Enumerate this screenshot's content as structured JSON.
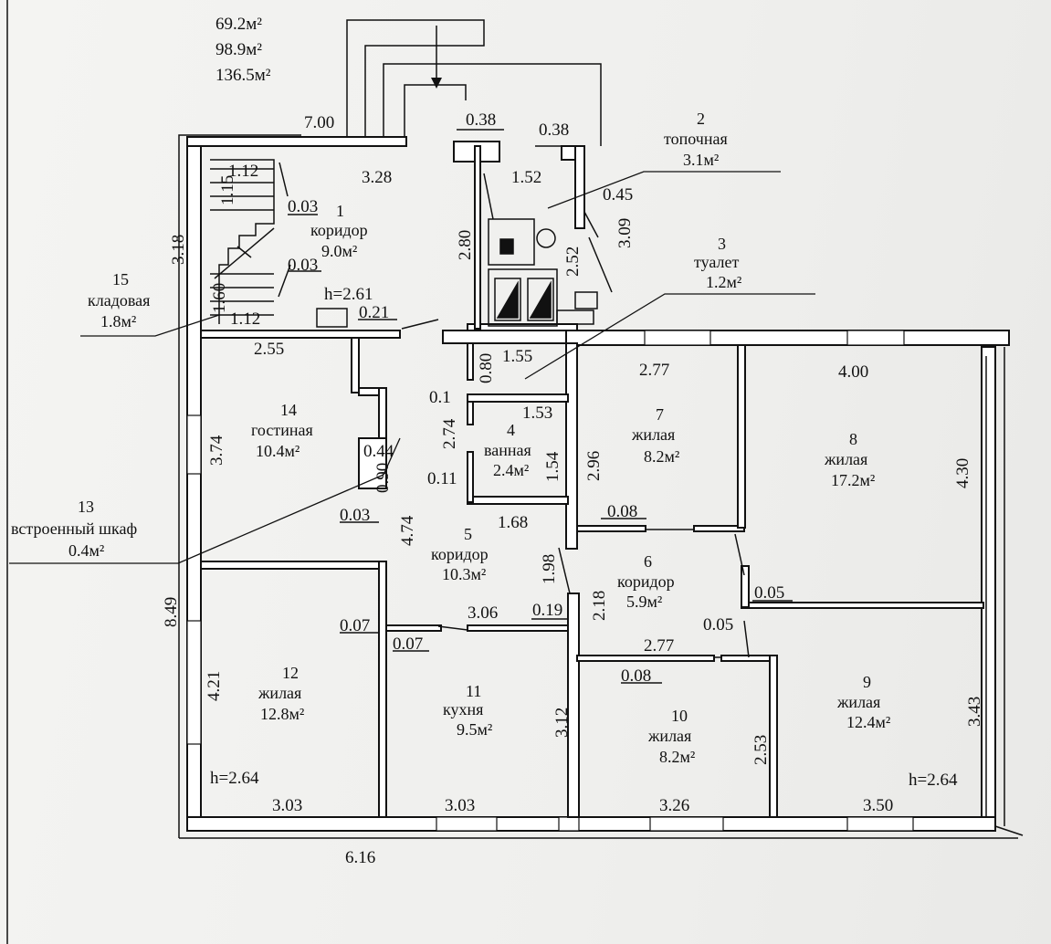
{
  "totals": [
    "69.2м²",
    "98.9м²",
    "136.5м²"
  ],
  "ceiling_heights": {
    "top": "h=2.61",
    "bottom_left": "h=2.64",
    "bottom_right": "h=2.64"
  },
  "rooms": [
    {
      "number": "1",
      "name": "коридор",
      "area": "9.0м²"
    },
    {
      "number": "2",
      "name": "топочная",
      "area": "3.1м²"
    },
    {
      "number": "3",
      "name": "туалет",
      "area": "1.2м²"
    },
    {
      "number": "4",
      "name": "ванная",
      "area": "2.4м²"
    },
    {
      "number": "5",
      "name": "коридор",
      "area": "10.3м²"
    },
    {
      "number": "6",
      "name": "коридор",
      "area": "5.9м²"
    },
    {
      "number": "7",
      "name": "жилая",
      "area": "8.2м²"
    },
    {
      "number": "8",
      "name": "жилая",
      "area": "17.2м²"
    },
    {
      "number": "9",
      "name": "жилая",
      "area": "12.4м²"
    },
    {
      "number": "10",
      "name": "жилая",
      "area": "8.2м²"
    },
    {
      "number": "11",
      "name": "кухня",
      "area": "9.5м²"
    },
    {
      "number": "12",
      "name": "жилая",
      "area": "12.8м²"
    },
    {
      "number": "13",
      "name": "встроенный шкаф",
      "area": "0.4м²"
    },
    {
      "number": "14",
      "name": "гостиная",
      "area": "10.4м²"
    },
    {
      "number": "15",
      "name": "кладовая",
      "area": "1.8м²"
    }
  ],
  "dimensions": {
    "d700": "7.00",
    "d038a": "0.38",
    "d038b": "0.38",
    "d328": "3.28",
    "d112a": "1.12",
    "d115": "1.15",
    "d003a": "0.03",
    "d318": "3.18",
    "d003b": "0.03",
    "d160": "1.60",
    "d112b": "1.12",
    "d021": "0.21",
    "d152": "1.52",
    "d045": "0.45",
    "d309": "3.09",
    "d280": "2.80",
    "d252": "2.52",
    "d255": "2.55",
    "d155": "1.55",
    "d080": "0.80",
    "d277a": "2.77",
    "d400": "4.00",
    "d01": "0.1",
    "d153": "1.53",
    "d274": "2.74",
    "d154": "1.54",
    "d296": "2.96",
    "d374": "3.74",
    "d044": "0.44",
    "d090": "0.90",
    "d011": "0.11",
    "d430": "4.30",
    "d003c": "0.03",
    "d474": "4.74",
    "d168": "1.68",
    "d008a": "0.08",
    "d198": "1.98",
    "d849": "8.49",
    "d218": "2.18",
    "d005a": "0.05",
    "d019": "0.19",
    "d306": "3.06",
    "d007a": "0.07",
    "d007b": "0.07",
    "d005b": "0.05",
    "d277b": "2.77",
    "d008b": "0.08",
    "d421": "4.21",
    "d312": "3.12",
    "d253": "2.53",
    "d343": "3.43",
    "d303a": "3.03",
    "d303b": "3.03",
    "d326": "3.26",
    "d350": "3.50",
    "d616": "6.16"
  }
}
